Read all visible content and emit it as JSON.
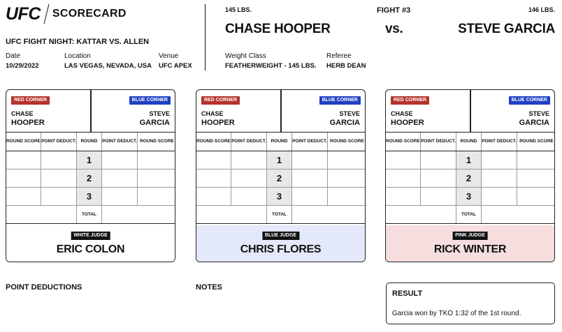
{
  "header": {
    "logo_text": "UFC",
    "scorecard_title": "SCORECARD",
    "event_name": "UFC FIGHT NIGHT: KATTAR VS. ALLEN",
    "date_label": "Date",
    "date_value": "10/29/2022",
    "location_label": "Location",
    "location_value": "LAS VEGAS, NEVADA, USA",
    "venue_label": "Venue",
    "venue_value": "UFC APEX"
  },
  "fight": {
    "red_weight": "145 LBS.",
    "red_fighter": "CHASE HOOPER",
    "fight_number": "FIGHT #3",
    "vs": "vs.",
    "blue_weight": "146 LBS.",
    "blue_fighter": "STEVE GARCIA",
    "weight_class_label": "Weight Class",
    "weight_class_value": "FEATHERWEIGHT - 145 LBS.",
    "referee_label": "Referee",
    "referee_value": "HERB DEAN"
  },
  "card_labels": {
    "red_corner": "RED CORNER",
    "blue_corner": "BLUE CORNER",
    "red_first": "CHASE",
    "red_last": "HOOPER",
    "blue_first": "STEVE",
    "blue_last": "GARCIA",
    "round_score": "ROUND SCORE",
    "point_deduct": "POINT DEDUCT.",
    "round": "ROUND",
    "total": "TOTAL",
    "rounds": [
      "1",
      "2",
      "3"
    ]
  },
  "judges": [
    {
      "badge": "WHITE JUDGE",
      "name": "ERIC COLON",
      "bg": "#ffffff",
      "badge_bg": "#111111"
    },
    {
      "badge": "BLUE JUDGE",
      "name": "CHRIS FLORES",
      "bg": "#e3e9fb",
      "badge_bg": "#111111"
    },
    {
      "badge": "PINK JUDGE",
      "name": "RICK WINTER",
      "bg": "#f6dede",
      "badge_bg": "#111111"
    }
  ],
  "sections": {
    "point_deductions": "POINT DEDUCTIONS",
    "notes": "NOTES",
    "result_title": "RESULT",
    "result_text": "Garcia won by TKO 1:32 of the 1st round."
  }
}
